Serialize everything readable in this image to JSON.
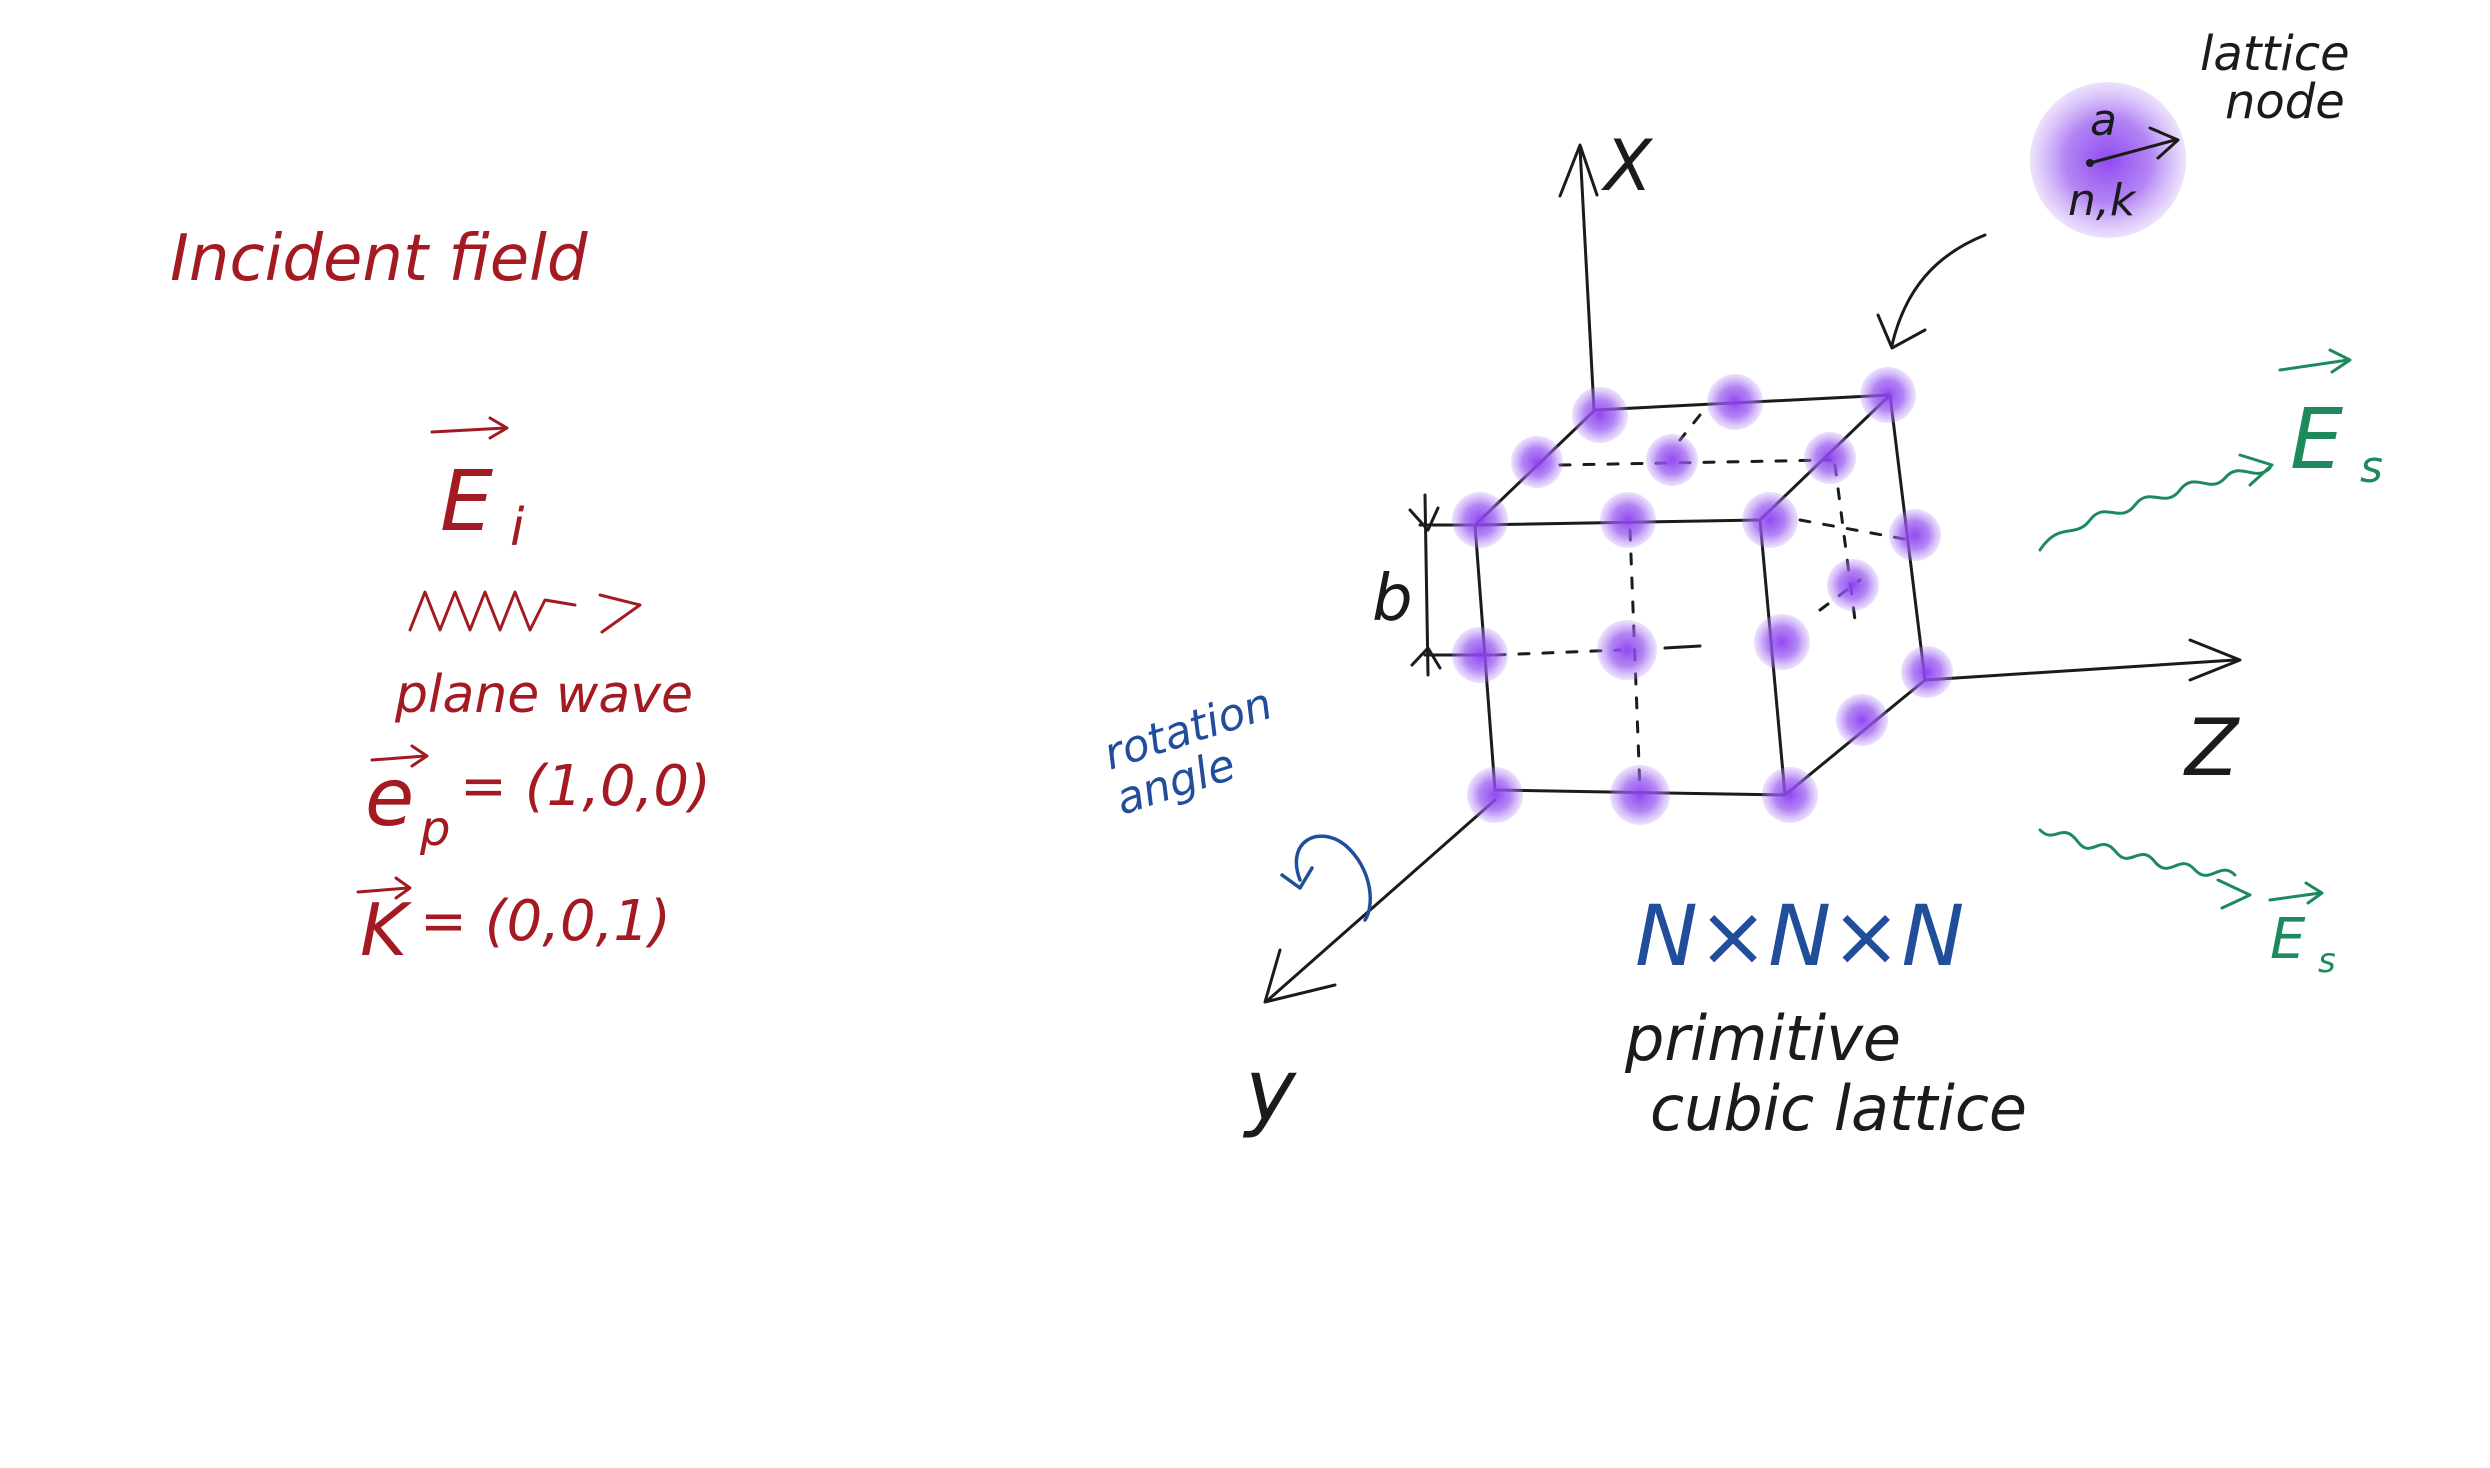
{
  "incident": {
    "title": "Incident field",
    "field_symbol": "E",
    "field_subscript": "i",
    "wave_label": "plane wave",
    "polarization_symbol": "e",
    "polarization_subscript": "p",
    "polarization_value": "= (1,0,0)",
    "wavevector_symbol": "K",
    "wavevector_value": "= (0,0,1)"
  },
  "axes": {
    "x_label": "X",
    "y_label": "y",
    "z_label": "Z"
  },
  "lattice": {
    "spacing_label": "b",
    "size_label": "N×N×N",
    "type_line1": "primitive",
    "type_line2": "cubic lattice"
  },
  "node": {
    "label_line1": "lattice",
    "label_line2": "node",
    "radius_label": "a",
    "index_label": "n,k"
  },
  "rotation": {
    "line1": "rotation",
    "line2": "angle"
  },
  "scattered": {
    "symbol": "E",
    "subscript": "s"
  },
  "colors": {
    "incident": "#a31a22",
    "annotation": "#214e9a",
    "scattered": "#1c8a5c",
    "node": "#9a5cf0"
  }
}
